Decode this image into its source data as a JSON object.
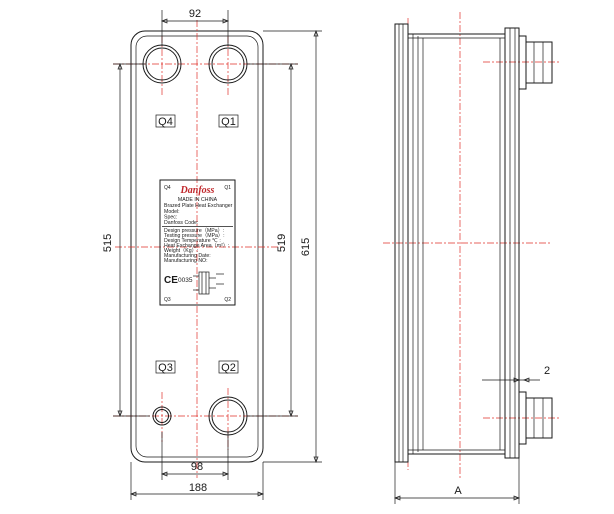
{
  "dimensions": {
    "top_port_spacing": "92",
    "bottom_port_spacing": "98",
    "overall_width": "188",
    "left_height": "515",
    "inner_height": "519",
    "overall_height": "615",
    "side_length": "A",
    "plate_gap": "2"
  },
  "ports": {
    "top_left": "Q4",
    "top_right": "Q1",
    "bottom_left": "Q3",
    "bottom_right": "Q2"
  },
  "nameplate": {
    "logo": "Danfoss",
    "corner_tl": "Q4",
    "corner_tr": "Q1",
    "corner_bl": "Q3",
    "corner_br": "Q2",
    "origin": "MADE IN CHINA",
    "product": "Brazed Plate Heat Exchanger",
    "lines_a": [
      "Model:",
      "Spec:",
      "Danfoss Code:"
    ],
    "lines_b": [
      "Design pressure（MPa）:",
      "Testing pressure（MPa）:",
      "Design Temperature ℃ :",
      "Heat Exchange Area（m²）:",
      "Weight（Kg）:",
      "Manufacturing Date:",
      "Manufacturing NO:"
    ],
    "ce_mark": "CE",
    "ce_number": "0035"
  },
  "colors": {
    "line": "#1a1a1a",
    "centerline": "#e0302a",
    "logo": "#c0262a"
  }
}
